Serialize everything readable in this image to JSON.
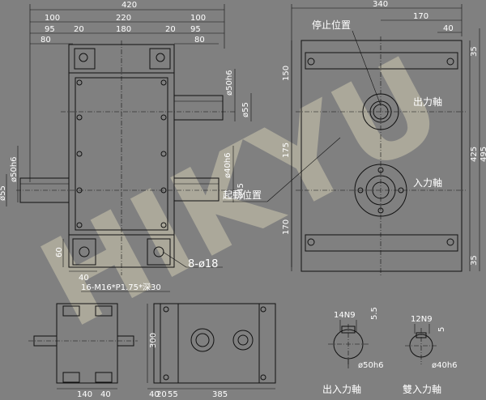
{
  "front_view": {
    "dims_top": [
      "420",
      "100",
      "220",
      "100",
      "95",
      "20",
      "180",
      "20",
      "95",
      "80",
      "80"
    ],
    "dims_left": [
      "ø50h6",
      "ø55",
      "60",
      "40"
    ],
    "dims_right": [
      "ø50h6",
      "ø55",
      "ø40h6",
      "ø45"
    ],
    "holes_label": "8-ø18",
    "tap_label": "16-M16*P1.75*深30"
  },
  "side_view": {
    "dims_top": [
      "340",
      "170",
      "40"
    ],
    "dims_left": [
      "150",
      "175",
      "170"
    ],
    "dims_right": [
      "35",
      "425",
      "495",
      "35"
    ],
    "label_stop": "停止位置",
    "label_start": "起動位置",
    "label_output": "出力軸",
    "label_input": "入力軸"
  },
  "bottom_view": {
    "dims": [
      "140",
      "40",
      "40",
      "20",
      "55",
      "385",
      "300"
    ]
  },
  "details": {
    "left_dims": [
      "14N9",
      "5.5",
      "ø50h6"
    ],
    "right_dims": [
      "12N9",
      "5",
      "ø40h6"
    ],
    "left_title": "出入力軸",
    "right_title": "雙入力軸"
  },
  "watermark": "HIKYU"
}
